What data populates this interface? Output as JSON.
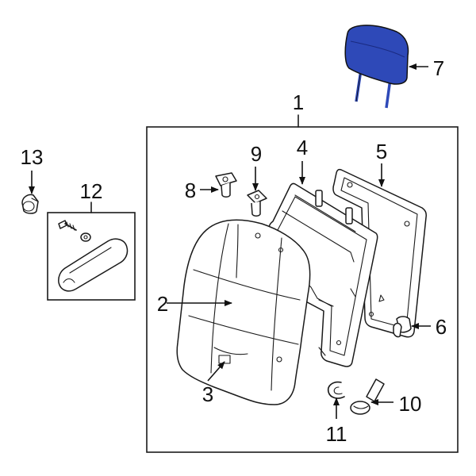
{
  "highlight_color": "#2e49b8",
  "callouts": [
    {
      "id": "1",
      "text": "1"
    },
    {
      "id": "2",
      "text": "2"
    },
    {
      "id": "3",
      "text": "3"
    },
    {
      "id": "4",
      "text": "4"
    },
    {
      "id": "5",
      "text": "5"
    },
    {
      "id": "6",
      "text": "6"
    },
    {
      "id": "7",
      "text": "7"
    },
    {
      "id": "8",
      "text": "8"
    },
    {
      "id": "9",
      "text": "9"
    },
    {
      "id": "10",
      "text": "10"
    },
    {
      "id": "11",
      "text": "11"
    },
    {
      "id": "12",
      "text": "12"
    },
    {
      "id": "13",
      "text": "13"
    }
  ]
}
